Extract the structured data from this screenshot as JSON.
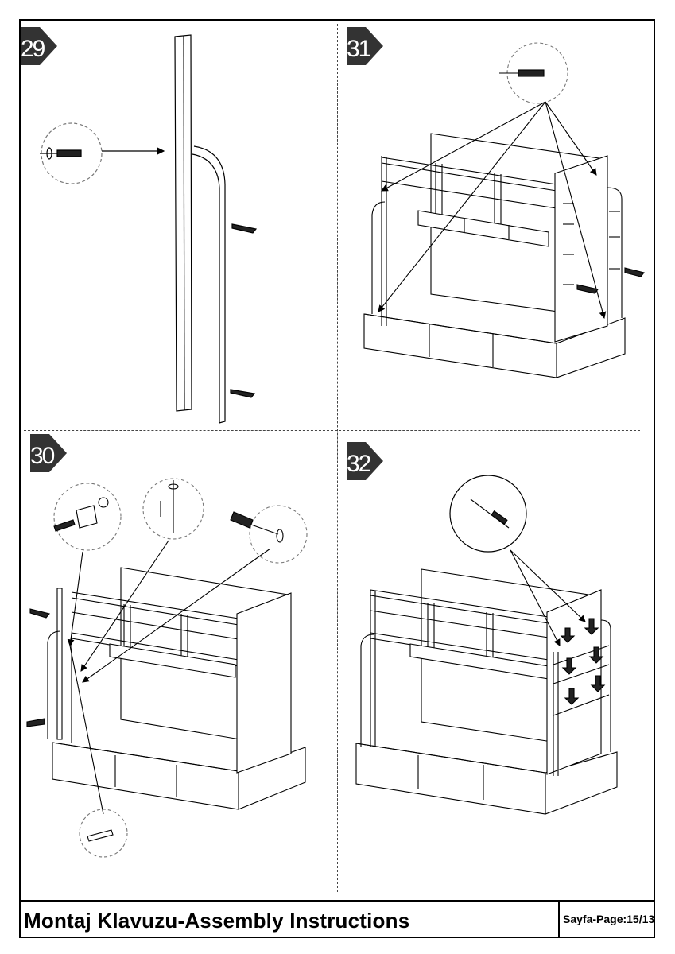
{
  "footer": {
    "title": "Montaj Klavuzu-Assembly Instructions",
    "page": "Sayfa-Page:15/13"
  },
  "steps": [
    {
      "number": "29"
    },
    {
      "number": "31"
    },
    {
      "number": "30"
    },
    {
      "number": "32"
    }
  ]
}
